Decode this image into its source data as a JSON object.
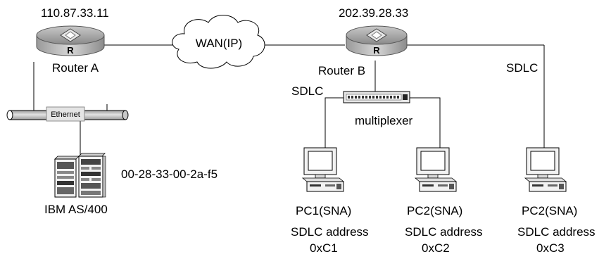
{
  "routers": {
    "a": {
      "ip": "110.87.33.11",
      "name": "Router A",
      "glyph": "R",
      "icon": "router-icon"
    },
    "b": {
      "ip": "202.39.28.33",
      "name": "Router B",
      "glyph": "R",
      "icon": "router-icon"
    }
  },
  "wan": {
    "label": "WAN(IP)",
    "icon": "cloud-icon"
  },
  "ethernet": {
    "label": "Ethernet",
    "icon": "ethernet-bus-icon"
  },
  "host": {
    "name": "IBM AS/400",
    "mac": "00-28-33-00-2a-f5",
    "icon": "server-icon"
  },
  "multiplexer": {
    "label": "multiplexer",
    "icon": "multiplexer-icon"
  },
  "links": {
    "sdlc_left": "SDLC",
    "sdlc_right": "SDLC"
  },
  "pcs": [
    {
      "name": "PC1(SNA)",
      "addr_label": "SDLC address",
      "addr": "0xC1",
      "icon": "computer-icon"
    },
    {
      "name": "PC2(SNA)",
      "addr_label": "SDLC address",
      "addr": "0xC2",
      "icon": "computer-icon"
    },
    {
      "name": "PC2(SNA)",
      "addr_label": "SDLC address",
      "addr": "0xC3",
      "icon": "computer-icon"
    }
  ]
}
